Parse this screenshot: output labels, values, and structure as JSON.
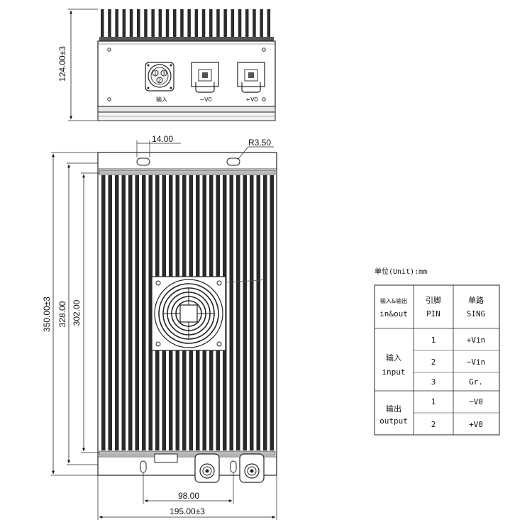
{
  "front_view": {
    "height_dim": "124.00±3",
    "connector_input_label": "输入",
    "connector_neg_label": "−V0",
    "connector_pos_label": "+V0",
    "pin_numbers": [
      "1",
      "3",
      "2"
    ]
  },
  "top_view": {
    "slot_width_dim": "14.00",
    "radius_dim": "R3.50",
    "overall_length_dim": "350.00±3",
    "mid_length_dim": "328.00",
    "inner_length_dim": "302.00",
    "hole_spacing_dim": "98.00",
    "overall_width_dim": "195.00±3"
  },
  "pin_table": {
    "unit_label": "单位(Unit):mm",
    "header": {
      "col1_cn": "输入&输出",
      "col1_en": "in&out",
      "col2_cn": "引脚",
      "col2_en": "PIN",
      "col3_cn": "单路",
      "col3_en": "SING"
    },
    "groups": [
      {
        "name_cn": "输入",
        "name_en": "input",
        "rows": [
          {
            "pin": "1",
            "signal": "+Vin"
          },
          {
            "pin": "2",
            "signal": "−Vin"
          },
          {
            "pin": "3",
            "signal": "Gr."
          }
        ]
      },
      {
        "name_cn": "输出",
        "name_en": "output",
        "rows": [
          {
            "pin": "1",
            "signal": "−V0"
          },
          {
            "pin": "2",
            "signal": "+V0"
          }
        ]
      }
    ]
  }
}
